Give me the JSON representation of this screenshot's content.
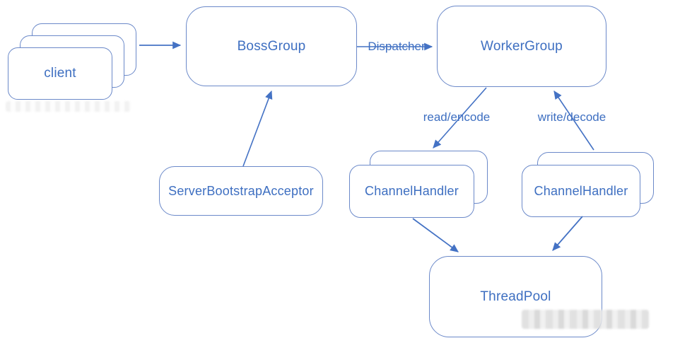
{
  "diagram": {
    "colors": {
      "stroke": "#6b89c9",
      "text": "#3e6fc1",
      "arrow": "#4472c4"
    },
    "nodes": {
      "client": {
        "label": "client"
      },
      "boss_group": {
        "label": "BossGroup"
      },
      "worker_group": {
        "label": "WorkerGroup"
      },
      "server_bootstrap_acceptor": {
        "label": "ServerBootstrapAcceptor"
      },
      "channel_handler_left": {
        "label": "ChannelHandler"
      },
      "channel_handler_right": {
        "label": "ChannelHandler"
      },
      "thread_pool": {
        "label": "ThreadPool"
      }
    },
    "edge_labels": {
      "dispatcher": "Dispatcher",
      "read_encode": "read/encode",
      "write_decode": "write/decode"
    },
    "connections": [
      {
        "from": "client",
        "to": "BossGroup"
      },
      {
        "from": "BossGroup",
        "to": "WorkerGroup",
        "label": "Dispatcher"
      },
      {
        "from": "ServerBootstrapAcceptor",
        "to": "BossGroup"
      },
      {
        "from": "WorkerGroup",
        "to": "ChannelHandler (left)",
        "label": "read/encode"
      },
      {
        "from": "ChannelHandler (right)",
        "to": "WorkerGroup",
        "label": "write/decode"
      },
      {
        "from": "ChannelHandler (left)",
        "to": "ThreadPool"
      },
      {
        "from": "ChannelHandler (right)",
        "to": "ThreadPool"
      }
    ]
  }
}
